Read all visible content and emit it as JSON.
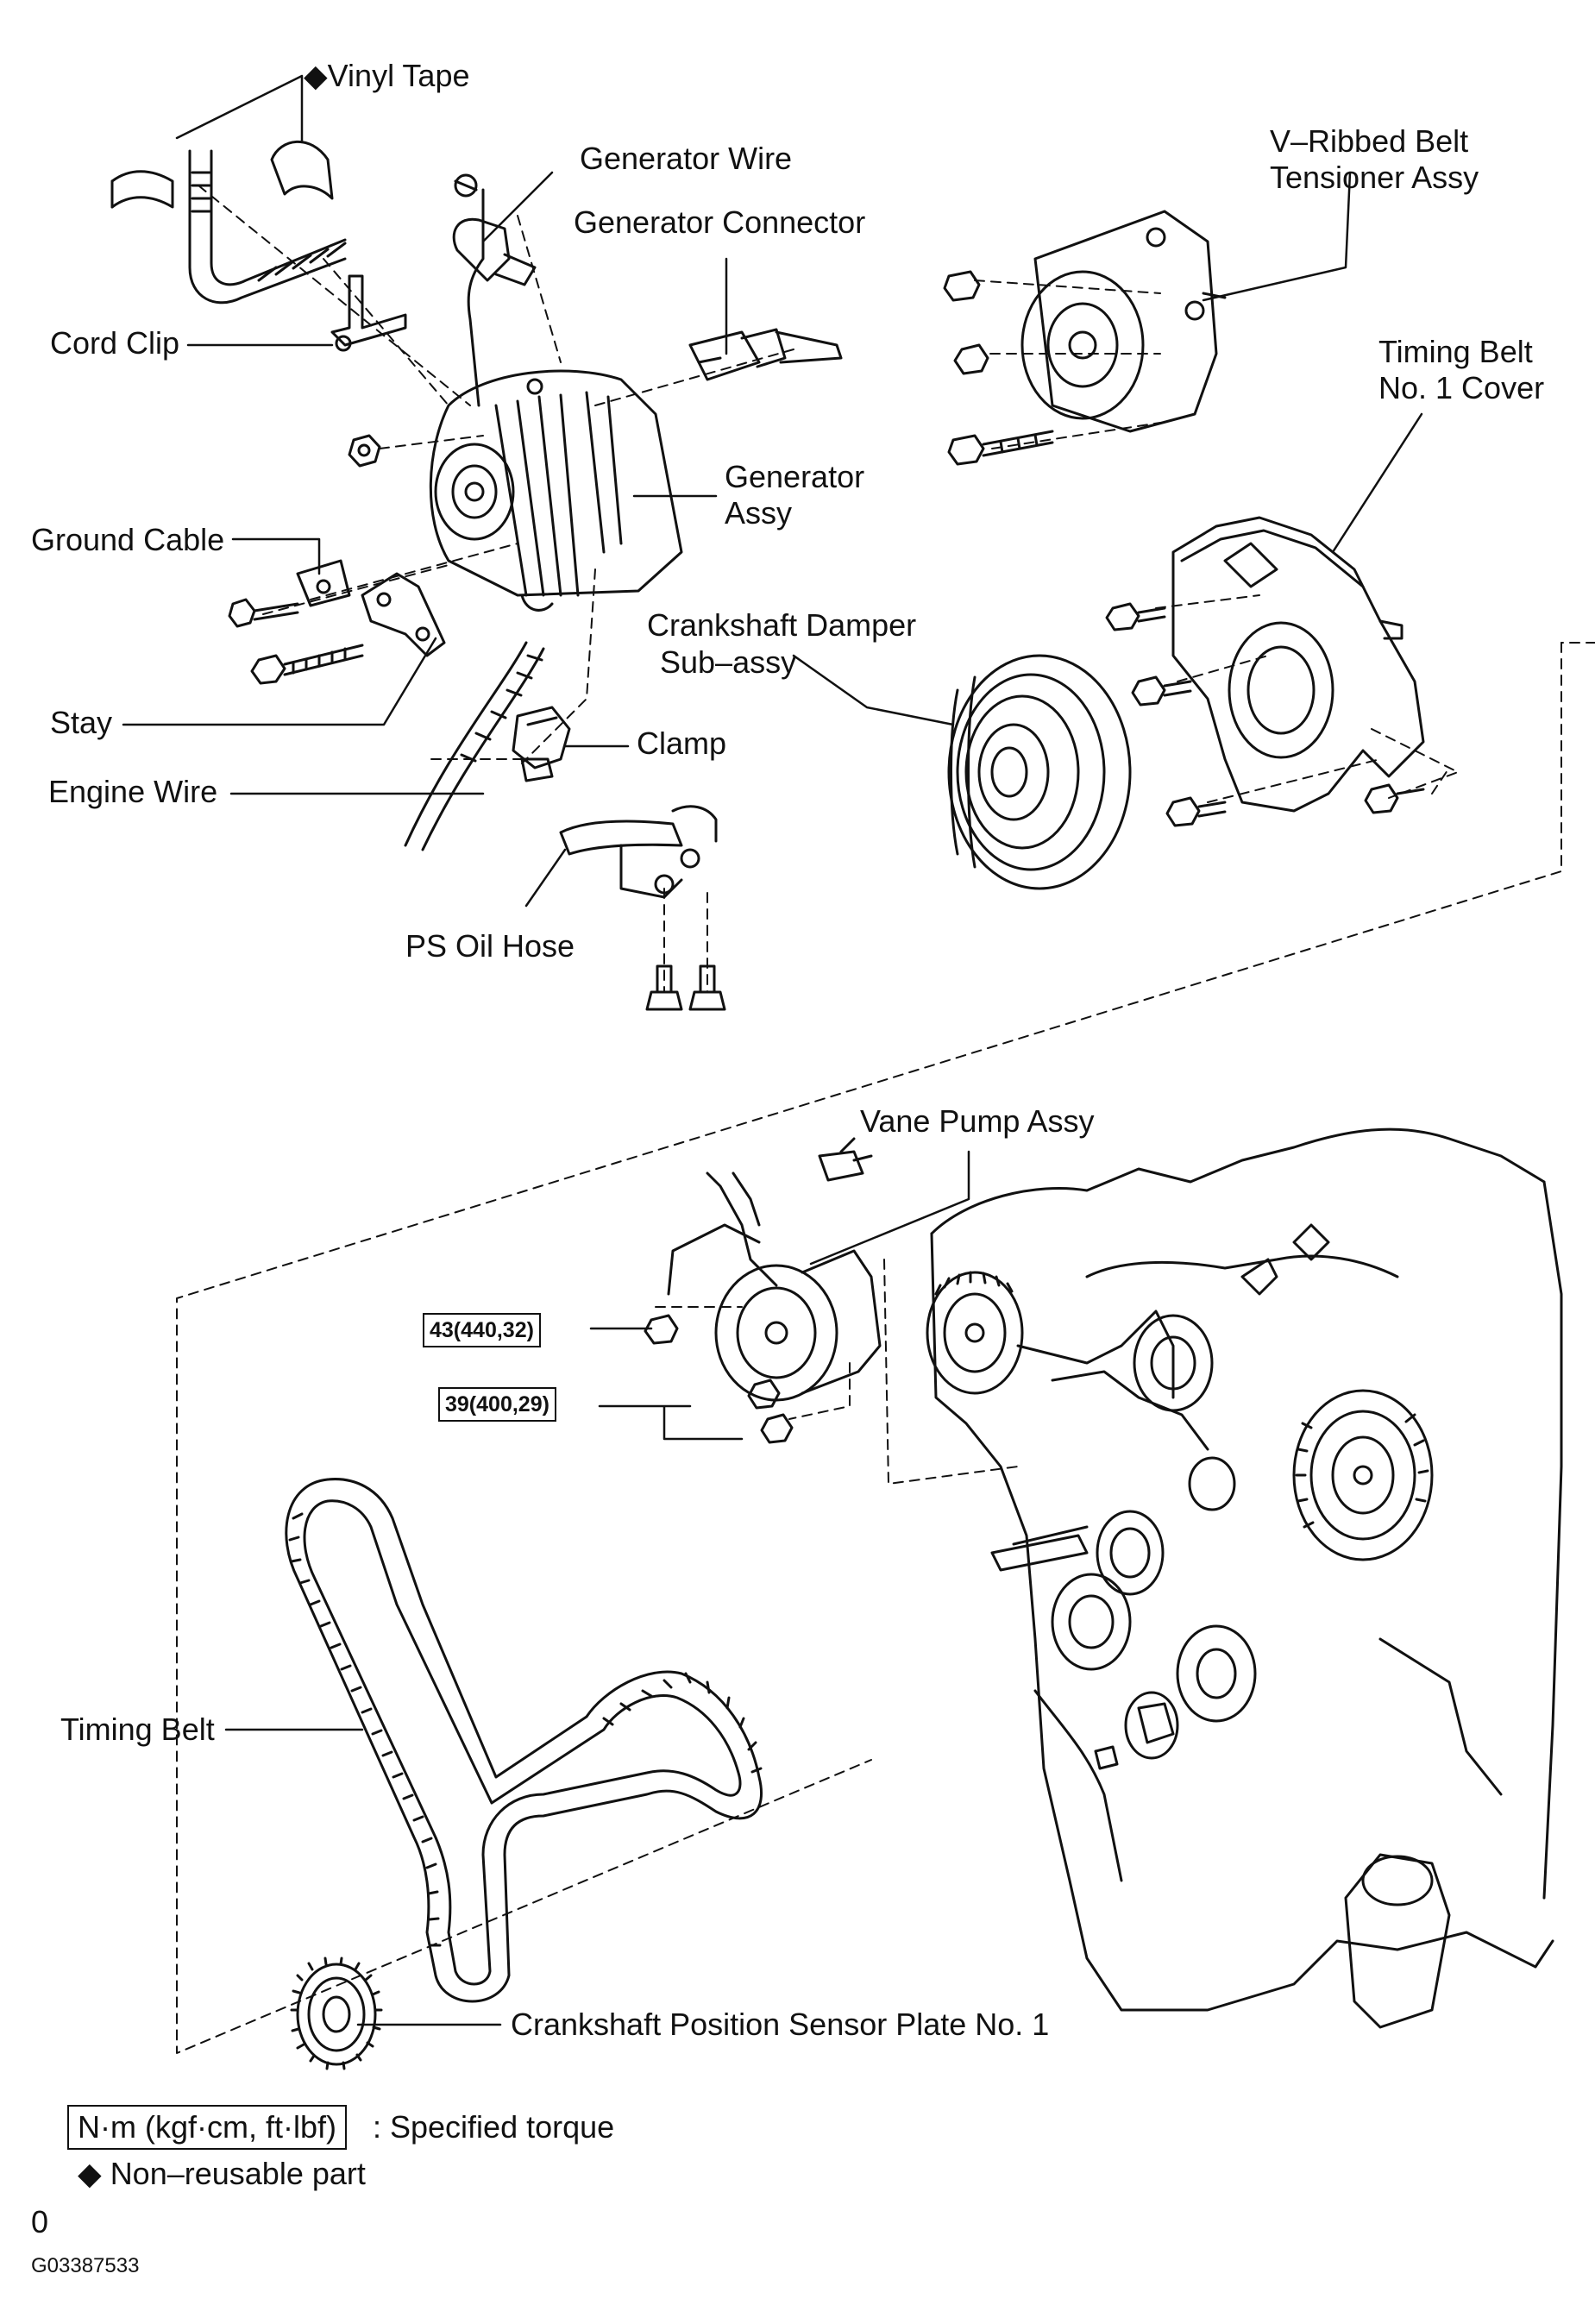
{
  "labels": {
    "vinyl_tape": "◆Vinyl Tape",
    "generator_wire": "Generator Wire",
    "generator_connector": "Generator Connector",
    "vribbed_belt_line1": "V–Ribbed Belt",
    "vribbed_belt_line2": "Tensioner Assy",
    "cord_clip": "Cord Clip",
    "timing_belt_cover_line1": "Timing Belt",
    "timing_belt_cover_line2": "No. 1 Cover",
    "generator_assy_line1": "Generator",
    "generator_assy_line2": "Assy",
    "ground_cable": "Ground Cable",
    "crankshaft_damper_line1": "Crankshaft Damper",
    "crankshaft_damper_line2": "Sub–assy",
    "stay": "Stay",
    "clamp": "Clamp",
    "engine_wire": "Engine Wire",
    "ps_oil_hose": "PS Oil Hose",
    "vane_pump_assy": "Vane Pump Assy",
    "timing_belt": "Timing Belt",
    "crankshaft_position_sensor": "Crankshaft Position Sensor Plate No. 1"
  },
  "torques": {
    "t1": "43(440,32)",
    "t2": "39(400,29)"
  },
  "legend": {
    "torque_unit": "N·m (kgf·cm, ft·lbf)",
    "torque_desc": ": Specified torque",
    "nonreusable": "◆ Non–reusable part",
    "page_mark": "0",
    "figure_code": "G03387533"
  }
}
